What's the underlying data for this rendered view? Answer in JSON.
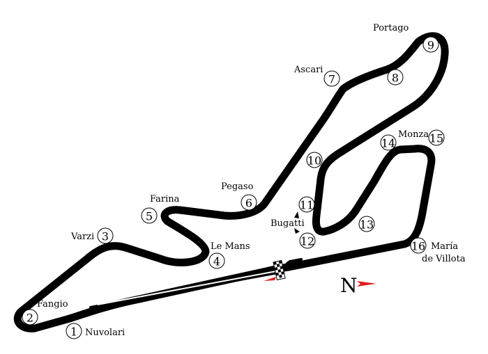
{
  "map": {
    "track_color": "#000000",
    "start_marker_color": "#e02020",
    "north_arrow_color": "#e02020",
    "north_label": "N",
    "turns": [
      {
        "number": "1",
        "name": "Nuvolari"
      },
      {
        "number": "2",
        "name": "Fangio"
      },
      {
        "number": "3",
        "name": "Varzi"
      },
      {
        "number": "4",
        "name": "Le Mans"
      },
      {
        "number": "5",
        "name": "Farina"
      },
      {
        "number": "6",
        "name": "Pegaso"
      },
      {
        "number": "7",
        "name": "Ascari"
      },
      {
        "number": "8",
        "name": ""
      },
      {
        "number": "9",
        "name": "Portago"
      },
      {
        "number": "10",
        "name": ""
      },
      {
        "number": "11",
        "name": ""
      },
      {
        "number": "12",
        "name": "Bugatti"
      },
      {
        "number": "13",
        "name": ""
      },
      {
        "number": "14",
        "name": "Monza"
      },
      {
        "number": "15",
        "name": ""
      },
      {
        "number": "16",
        "name_line1": "María",
        "name_line2": "de Villota"
      }
    ]
  }
}
